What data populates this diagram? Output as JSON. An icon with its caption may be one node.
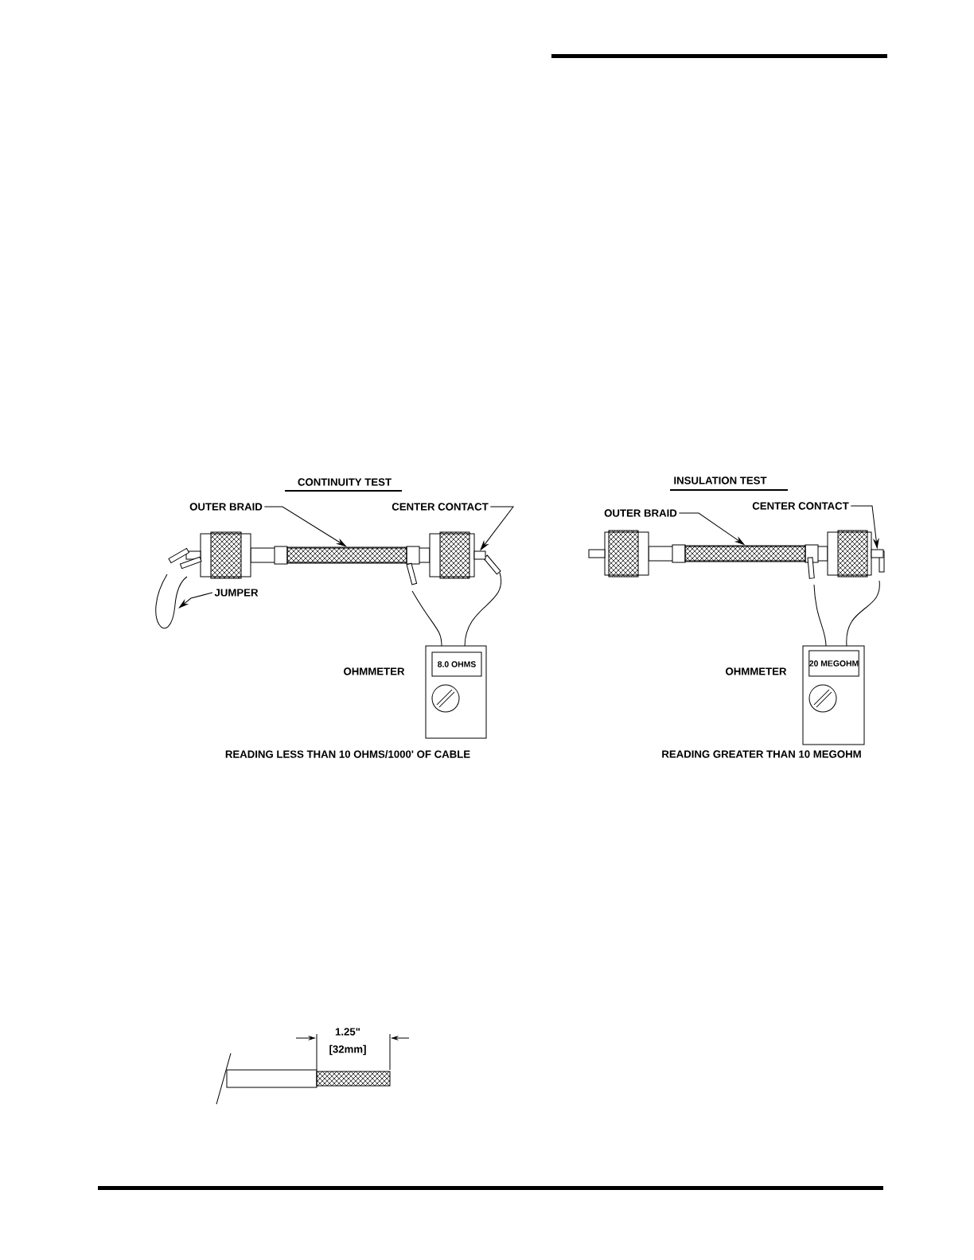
{
  "diagram": {
    "nodes": [
      {
        "text": [
          "OUTER BRAID"
        ]
      },
      {
        "text": [
          "CENTER CONTACT"
        ]
      },
      {
        "text": [
          "JUMPER"
        ]
      },
      {
        "text": [
          "8.0 OHMS"
        ],
        "beside": [
          "OHMMETER"
        ]
      },
      {
        "text": [
          "OUTER BRAID"
        ]
      },
      {
        "text": [
          "CENTER CONTACT"
        ]
      },
      {
        "text": [
          "20 MEGOHM"
        ],
        "beside": [
          "OHMMETER"
        ]
      },
      {
        "text": [],
        "shape": "bar"
      },
      {
        "text": [],
        "shape": "box"
      },
      {
        "text": [],
        "shape": "bar"
      },
      {
        "text": [],
        "shape": "box"
      }
    ],
    "edges": [
      {
        "from": 0,
        "to": 7,
        "arrow": "to"
      },
      {
        "from": 1,
        "to": 8,
        "arrow": "to"
      },
      {
        "from": 2,
        "to": null,
        "arrow": "to"
      },
      {
        "from": 4,
        "to": 9,
        "arrow": "to"
      },
      {
        "from": 5,
        "to": 10,
        "arrow": "to"
      }
    ],
    "labels": [
      "CONTINUITY TEST",
      "INSULATION TEST",
      "READING LESS THAN 10 OHMS/1000' OF CABLE",
      "READING GREATER THAN 10 MEGOHM",
      "1.25\"",
      "[32mm]"
    ]
  }
}
